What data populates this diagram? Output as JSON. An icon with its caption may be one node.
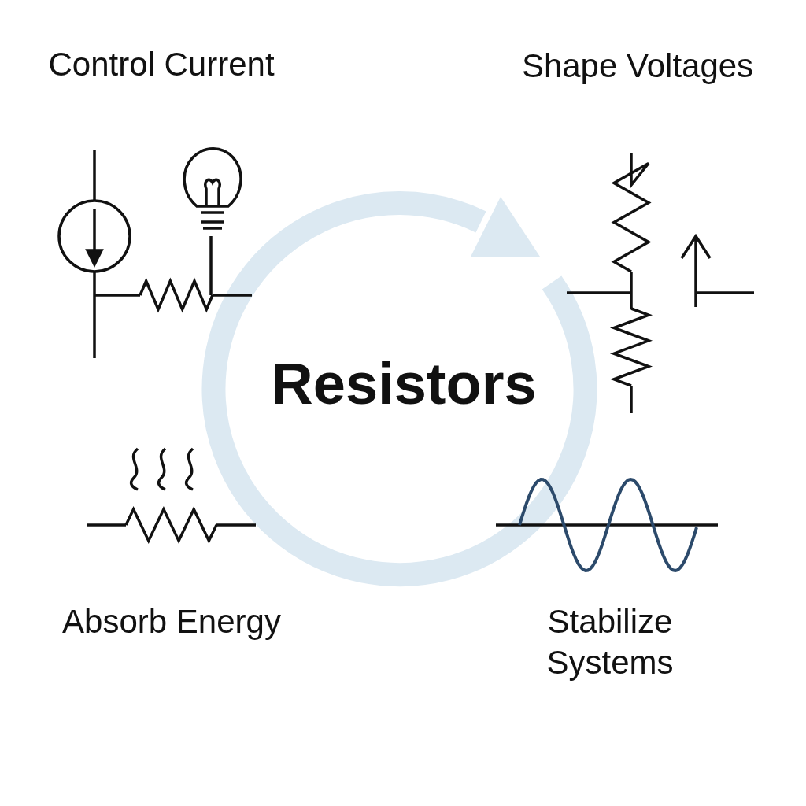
{
  "diagram": {
    "nodes": [
      {
        "text": [
          "Resistors"
        ]
      }
    ],
    "labels": [
      "Control Current",
      "Shape Voltages",
      "Absorb Energy",
      "Stabilize Systems"
    ]
  }
}
